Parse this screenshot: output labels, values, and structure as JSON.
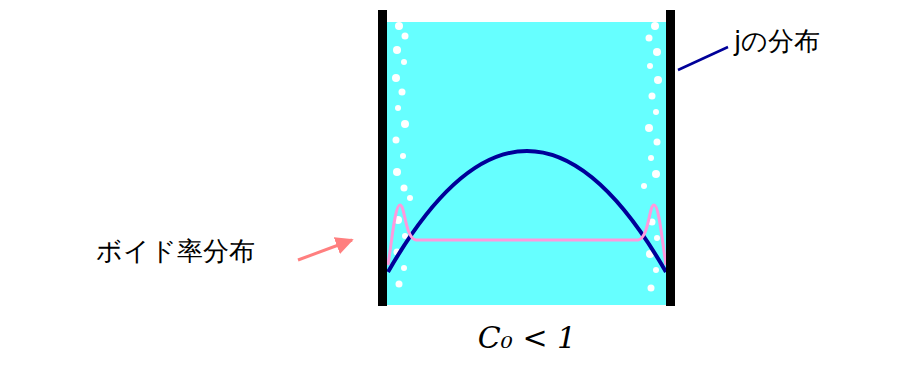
{
  "diagram": {
    "labels": [
      "ボイド率分布",
      "jの分布",
      "C₀ < 1"
    ]
  }
}
